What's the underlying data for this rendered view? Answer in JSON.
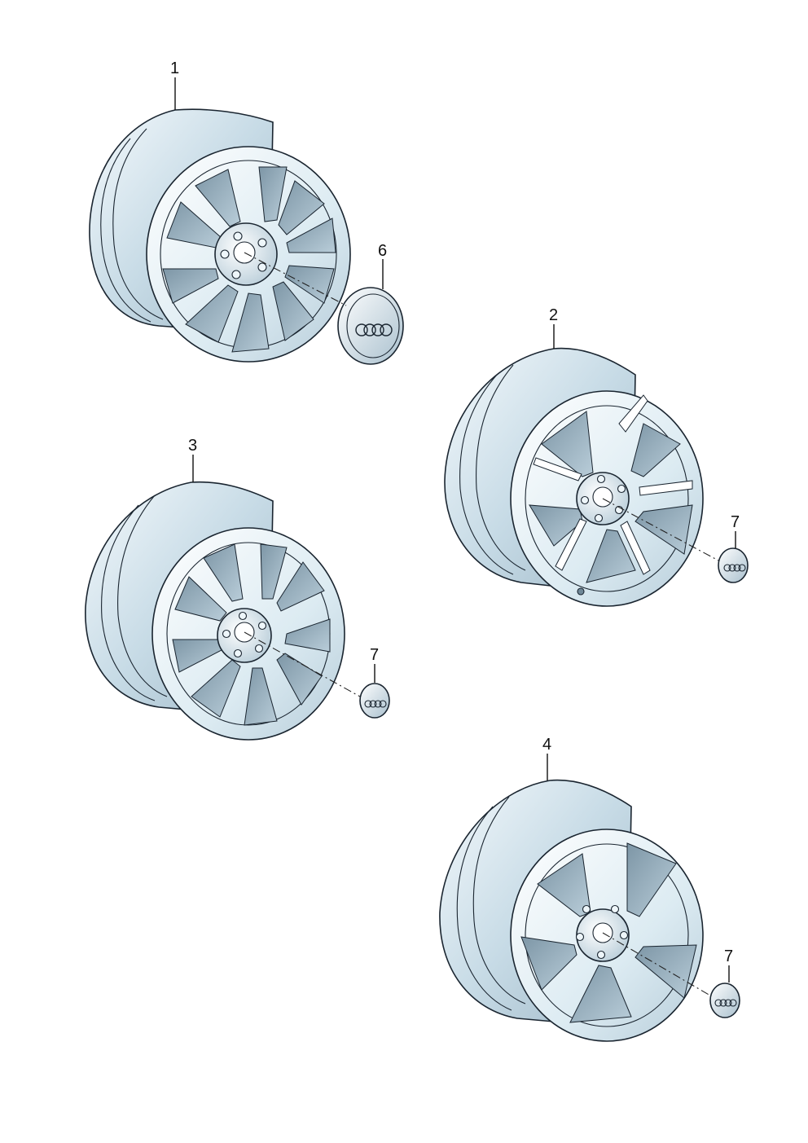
{
  "callouts": {
    "wheel_1": "1",
    "wheel_2": "2",
    "wheel_3": "3",
    "wheel_4": "4",
    "cap_6": "6",
    "cap_7_a": "7",
    "cap_7_b": "7",
    "cap_7_c": "7"
  },
  "colors": {
    "rim_light": "#eef6fa",
    "rim_mid": "#c9dde8",
    "rim_dark": "#8fa9ba",
    "window": "#9eb4c2",
    "window_dark": "#6f8898",
    "ink": "#1a2530"
  }
}
